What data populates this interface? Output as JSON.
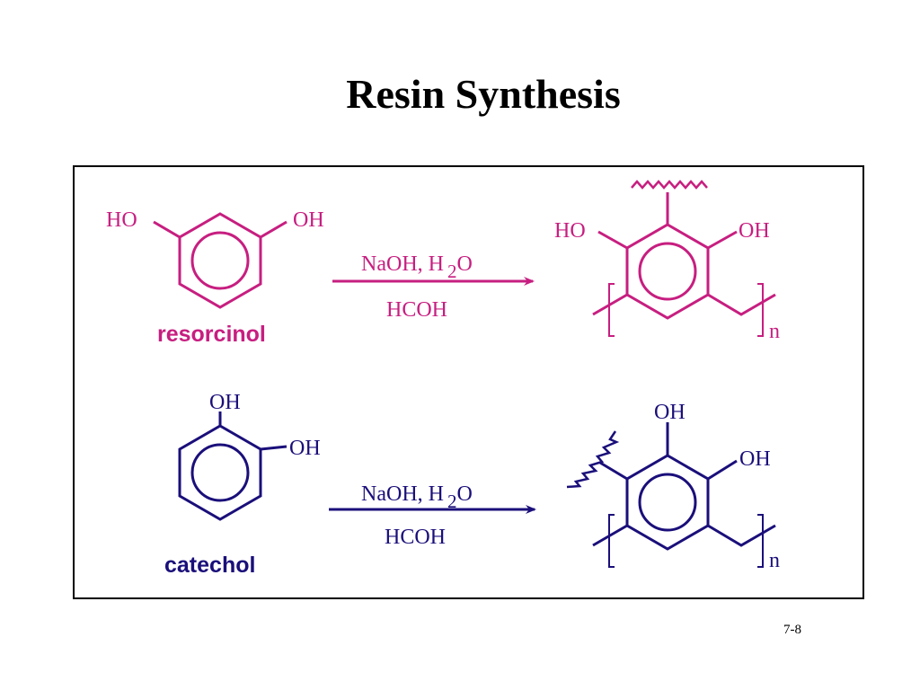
{
  "title": "Resin Synthesis",
  "slide_number": "7-8",
  "colors": {
    "resorcinol": "#c71e80",
    "catechol": "#1a0f7a",
    "frame": "#000000"
  },
  "reactions": [
    {
      "reactant_name": "resorcinol",
      "reactant_labels": [
        "HO",
        "OH"
      ],
      "conditions_line1": "NaOH, H",
      "conditions_subscript": "2",
      "conditions_line1_end": "O",
      "conditions_line2": "HCOH",
      "product_labels": [
        "HO",
        "OH"
      ],
      "repeat_index": "n"
    },
    {
      "reactant_name": "catechol",
      "reactant_labels": [
        "OH",
        "OH"
      ],
      "conditions_line1": "NaOH, H",
      "conditions_subscript": "2",
      "conditions_line1_end": "O",
      "conditions_line2": "HCOH",
      "product_labels": [
        "OH",
        "OH"
      ],
      "repeat_index": "n"
    }
  ]
}
